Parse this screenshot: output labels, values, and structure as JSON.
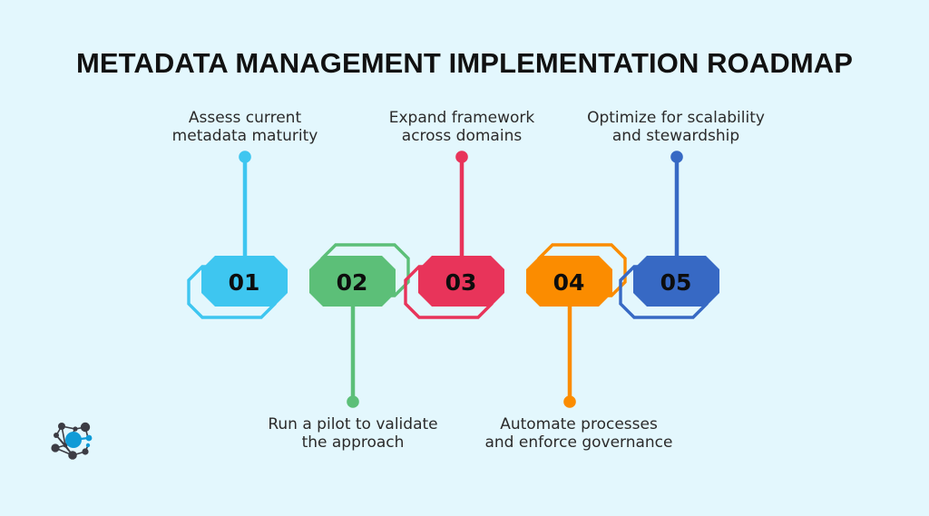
{
  "page": {
    "background_color": "#e3f7fd",
    "title": "METADATA MANAGEMENT IMPLEMENTATION ROADMAP",
    "title_color": "#111111"
  },
  "logo": {
    "name": "network-nodes-logo",
    "accent_color": "#0f9bd7",
    "node_color": "#3c3c44"
  },
  "chart_data": {
    "type": "roadmap",
    "title": "METADATA MANAGEMENT IMPLEMENTATION ROADMAP",
    "orientation": "horizontal",
    "step_count": 5,
    "steps": [
      {
        "number": "01",
        "label_line1": "Assess current",
        "label_line2": "metadata maturity",
        "color": "#3ec6f0",
        "side": "top"
      },
      {
        "number": "02",
        "label_line1": "Run a pilot to validate",
        "label_line2": "the approach",
        "color": "#5cbf78",
        "side": "bottom"
      },
      {
        "number": "03",
        "label_line1": "Expand framework",
        "label_line2": "across domains",
        "color": "#e8345a",
        "side": "top"
      },
      {
        "number": "04",
        "label_line1": "Automate processes",
        "label_line2": "and enforce governance",
        "color": "#fb8c00",
        "side": "bottom"
      },
      {
        "number": "05",
        "label_line1": "Optimize for scalability",
        "label_line2": "and stewardship",
        "color": "#3769c4",
        "side": "top"
      }
    ]
  }
}
